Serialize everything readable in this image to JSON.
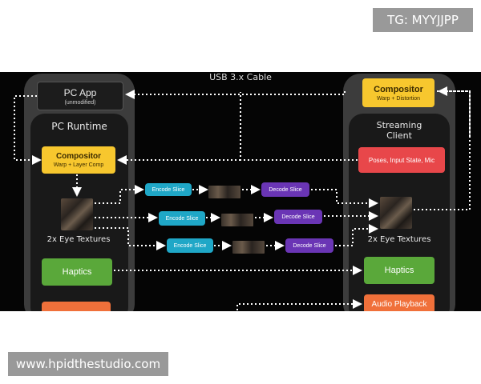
{
  "corner_tag": "TG: MYYJJPP",
  "watermark": "www.hpidthestudio.com",
  "diagram": {
    "cable_label": "USB 3.x Cable",
    "pc": {
      "app_title": "PC App",
      "app_sub": "(unmodified)",
      "runtime_title": "PC Runtime",
      "compositor_title": "Compositor",
      "compositor_sub": "Warp + Layer Comp",
      "textures_label": "2x Eye Textures",
      "haptics_label": "Haptics"
    },
    "client": {
      "compositor_title": "Compositor",
      "compositor_sub": "Warp + Distortion",
      "streaming_title_1": "Streaming",
      "streaming_title_2": "Client",
      "poses_label": "Poses, Input State, Mic",
      "textures_label": "2x Eye Textures",
      "haptics_label": "Haptics",
      "audio_label": "Audio Playback"
    },
    "slices": [
      {
        "encode": "Encode Slice",
        "decode": "Decode Slice"
      },
      {
        "encode": "Encode Slice",
        "decode": "Decode Slice"
      },
      {
        "encode": "Encode Slice",
        "decode": "Decode Slice"
      }
    ],
    "colors": {
      "yellow": "#f7c72e",
      "red": "#e8474a",
      "green": "#5aa83a",
      "orange": "#f0703a",
      "cyan": "#1fa7c7",
      "purple": "#6a35b5",
      "column": "#3c3c3c",
      "inner": "#191919"
    }
  }
}
